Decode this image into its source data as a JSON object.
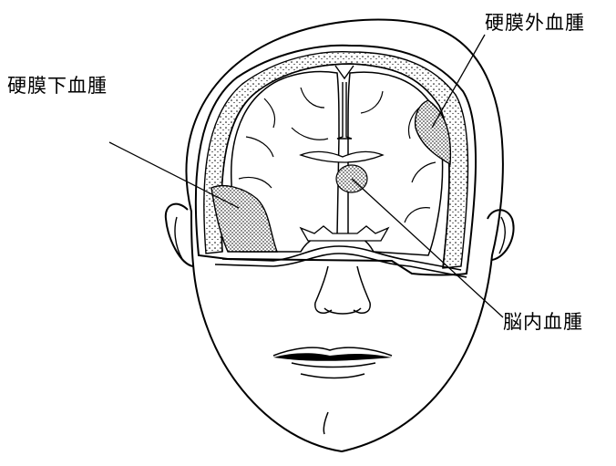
{
  "labels": {
    "subdural": "硬膜下血腫",
    "epidural": "硬膜外血腫",
    "intracerebral": "脳内血腫"
  },
  "colors": {
    "line": "#000000",
    "background": "#ffffff",
    "hematoma_fill": "#9a9a9a"
  }
}
